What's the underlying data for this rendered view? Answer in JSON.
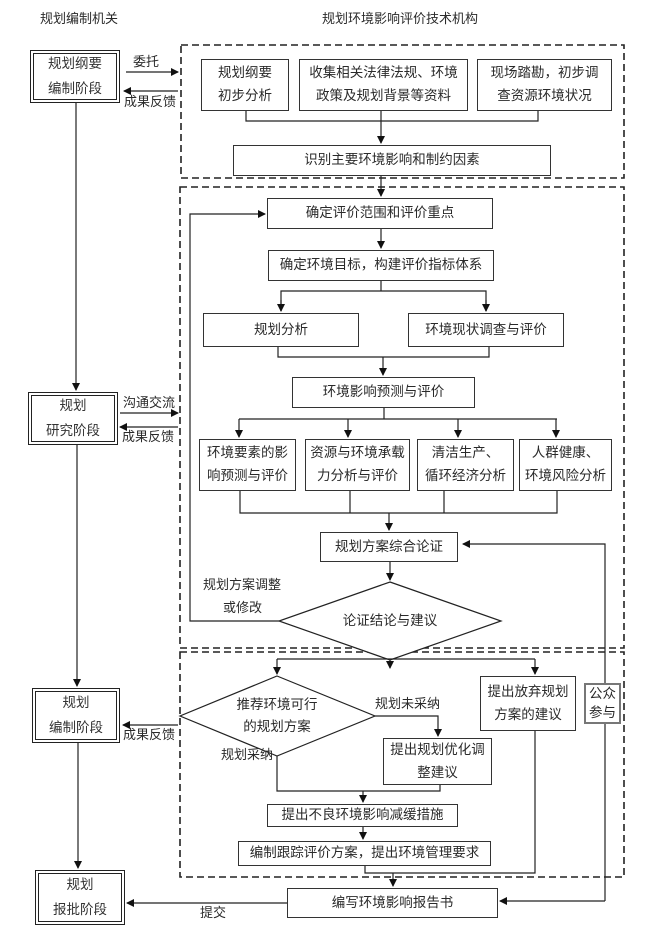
{
  "headers": {
    "left": "规划编制机关",
    "right": "规划环境影响评价技术机构"
  },
  "stages": [
    {
      "line1": "规划纲要",
      "line2": "编制阶段"
    },
    {
      "line1": "规划",
      "line2": "研究阶段"
    },
    {
      "line1": "规划",
      "line2": "编制阶段"
    },
    {
      "line1": "规划",
      "line2": "报批阶段"
    }
  ],
  "edge_labels": {
    "entrust": "委托",
    "feedback1": "成果反馈",
    "communicate": "沟通交流",
    "feedback2": "成果反馈",
    "feedback3": "成果反馈",
    "submit": "提交",
    "adjust_line1": "规划方案调整",
    "adjust_line2": "或修改",
    "not_adopted": "规划未采纳",
    "adopted": "规划采纳"
  },
  "section1": {
    "box_outline": {
      "line1": "规划纲要",
      "line2": "初步分析"
    },
    "box_collect": {
      "line1": "收集相关法律法规、环境",
      "line2": "政策及规划背景等资料"
    },
    "box_survey": {
      "line1": "现场踏勘，初步调",
      "line2": "查资源环境状况"
    },
    "box_identify": "识别主要环境影响和制约因素"
  },
  "section2": {
    "box_scope": "确定评价范围和评价重点",
    "box_targets": "确定环境目标，构建评价指标体系",
    "box_plan_analysis": "规划分析",
    "box_status": "环境现状调查与评价",
    "box_predict": "环境影响预测与评价",
    "box_elements": {
      "line1": "环境要素的影",
      "line2": "响预测与评价"
    },
    "box_capacity": {
      "line1": "资源与环境承载",
      "line2": "力分析与评价"
    },
    "box_clean": {
      "line1": "清洁生产、",
      "line2": "循环经济分析"
    },
    "box_health": {
      "line1": "人群健康、",
      "line2": "环境风险分析"
    },
    "box_synthesis": "规划方案综合论证",
    "diamond_conclusion": "论证结论与建议"
  },
  "section3": {
    "diamond_recommend": {
      "line1": "推荐环境可行",
      "line2": "的规划方案"
    },
    "box_optimize": {
      "line1": "提出规划优化调",
      "line2": "整建议"
    },
    "box_abandon": {
      "line1": "提出放弃规划",
      "line2": "方案的建议"
    },
    "box_public": {
      "line1": "公众",
      "line2": "参与"
    },
    "box_mitigate": "提出不良环境影响减缓措施",
    "box_tracking": "编制跟踪评价方案，提出环境管理要求"
  },
  "box_report": "编写环境影响报告书"
}
